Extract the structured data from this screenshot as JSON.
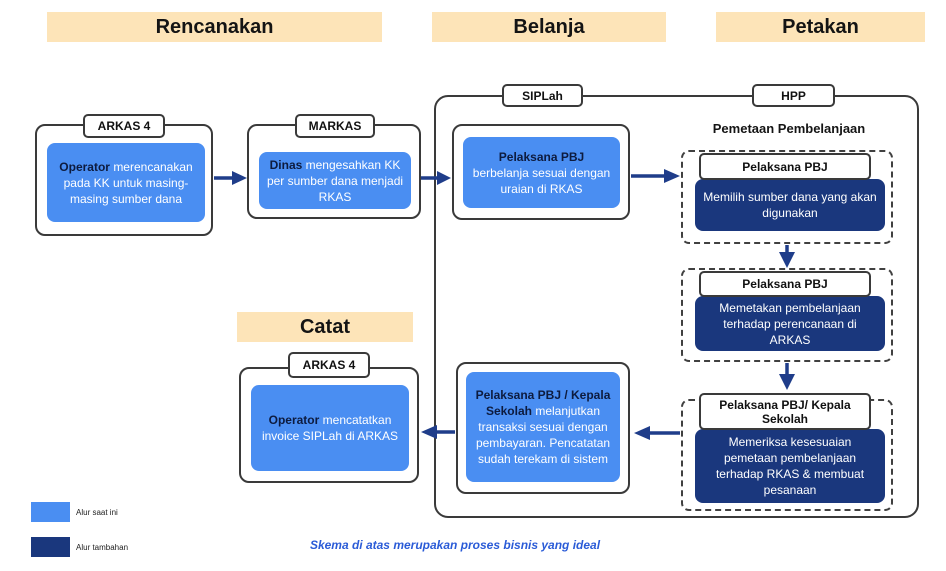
{
  "phases": {
    "rencanakan": "Rencanakan",
    "belanja": "Belanja",
    "petakan": "Petakan",
    "catat": "Catat"
  },
  "systems": {
    "siplah": "SIPLah",
    "hpp": "HPP"
  },
  "plan_step": {
    "system": "ARKAS 4",
    "actor": "Operator",
    "text": "merencanakan pada KK untuk masing-masing sumber dana"
  },
  "approve_step": {
    "system": "MARKAS",
    "actor": "Dinas",
    "text": "mengesahkan KK per sumber dana menjadi RKAS"
  },
  "shop_step": {
    "actor": "Pelaksana PBJ",
    "text": "berbelanja sesuai dengan uraian di RKAS"
  },
  "mapping": {
    "title": "Pemetaan Pembelanjaan",
    "steps": [
      {
        "actor": "Pelaksana PBJ",
        "text": "Memilih sumber dana yang akan digunakan"
      },
      {
        "actor": "Pelaksana PBJ",
        "text": "Memetakan pembelanjaan terhadap perencanaan di ARKAS"
      },
      {
        "actor": "Pelaksana PBJ/ Kepala Sekolah",
        "text": "Memeriksa kesesuaian pemetaan pembelanjaan terhadap RKAS & membuat pesanaan"
      }
    ]
  },
  "continue_step": {
    "actor": "Pelaksana PBJ / Kepala Sekolah",
    "text": "melanjutkan transaksi sesuai dengan pembayaran. Pencatatan sudah terekam di sistem"
  },
  "record_step": {
    "system": "ARKAS 4",
    "actor": "Operator",
    "text": "mencatatkan invoice SIPLah di ARKAS"
  },
  "legend": {
    "current_flow": "Alur saat ini",
    "additional_flow": "Alur tambahan"
  },
  "caption": "Skema di atas merupakan proses bisnis yang ideal",
  "colors": {
    "current_flow": "#4a8ef2",
    "additional_flow": "#1a377d",
    "phase_header": "#fde4b8",
    "arrow": "#1f3d8a",
    "caption": "#2a5bd7",
    "actor_text": "#0d1b3e"
  }
}
